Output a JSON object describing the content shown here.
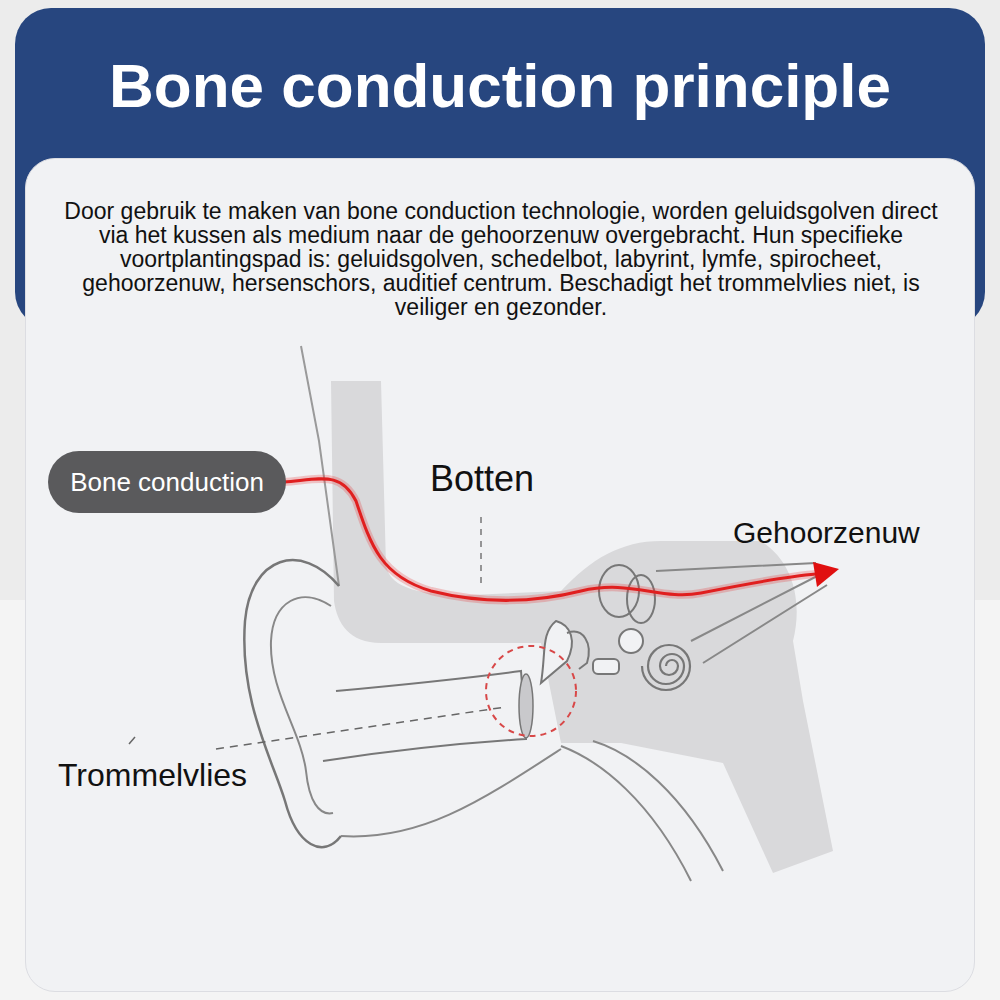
{
  "diagram": {
    "title": "Bone conduction principle",
    "nodes": [
      {
        "text": [
          "Door gebruik te maken van bone conduction technologie, worden geluidsgolven direct via het kussen als medium naar de gehoorzenuw overgebracht. Hun specifieke voortplantingspad is: geluidsgolven, schedelbot, labyrint, lymfe, spirocheet, gehoorzenuw, hersenschors, auditief centrum. Beschadigt het trommelvlies niet, is veiliger en gezonder."
        ]
      },
      {
        "text": [
          "Bone conduction"
        ],
        "in": 0
      }
    ],
    "labels": [
      "Botten",
      "Gehoorzenuw",
      "Trommelvlies"
    ]
  }
}
